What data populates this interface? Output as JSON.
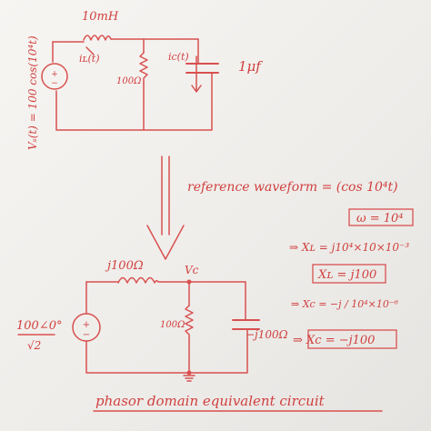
{
  "top_circuit": {
    "source_label": "Vₛ(t) = 100 cos(10⁴t)",
    "inductor_value": "10mH",
    "inductor_current": "iʟ(t)",
    "resistor_value": "100Ω",
    "capacitor_current": "ic(t)",
    "capacitor_value": "1μf"
  },
  "middle": {
    "reference_text": "reference waveform = (cos 10⁴t)",
    "omega_box": "ω = 10⁴"
  },
  "calculations": [
    {
      "text": "⇒ Xʟ = j10⁴×10×10⁻³",
      "boxed": false
    },
    {
      "text": "Xʟ = j100",
      "boxed": true
    },
    {
      "text": "⇒ Xc = −j / 10⁴×10⁻⁶",
      "boxed": false
    },
    {
      "text": "⇒ Xc = −j100",
      "boxed": true
    }
  ],
  "phasor_circuit": {
    "inductor_label": "j100Ω",
    "node_label": "Vc",
    "resistor_label": "100Ω",
    "capacitor_label": "−j100Ω",
    "source_magnitude": "100∠0°",
    "source_divisor": "√2"
  },
  "caption": "phasor domain equivalent circuit"
}
